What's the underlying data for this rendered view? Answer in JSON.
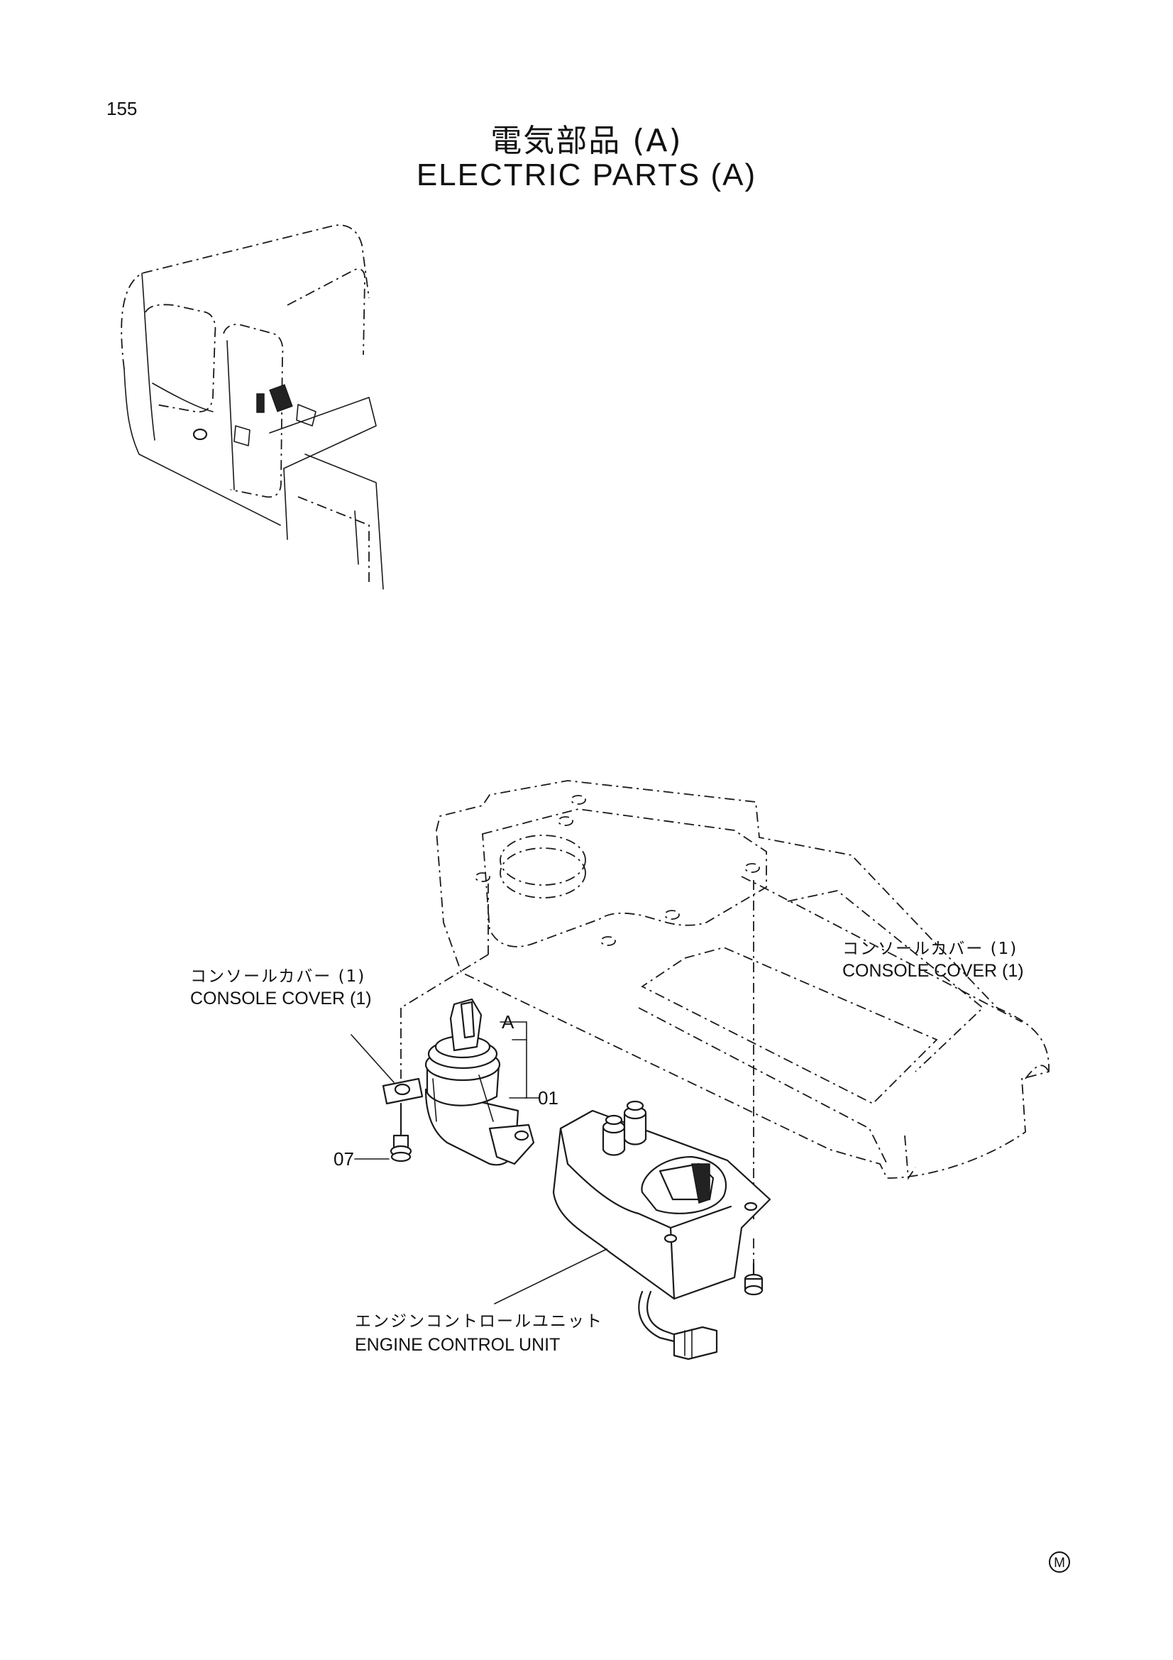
{
  "page_number": "155",
  "title_jp": "電気部品 (A)",
  "title_en": "ELECTRIC PARTS (A)",
  "labels": {
    "console_cover_right_jp": "コンソールカバー (1)",
    "console_cover_right_en": "CONSOLE COVER (1)",
    "console_cover_left_jp": "コンソールカバー (1)",
    "console_cover_left_en": "CONSOLE COVER (1)",
    "engine_control_unit_jp": "エンジンコントロールユニット",
    "engine_control_unit_en": "ENGINE CONTROL UNIT"
  },
  "callouts": {
    "key_switch_assembly": "A",
    "part_01": "01",
    "part_07": "07"
  },
  "corner_mark": "M"
}
